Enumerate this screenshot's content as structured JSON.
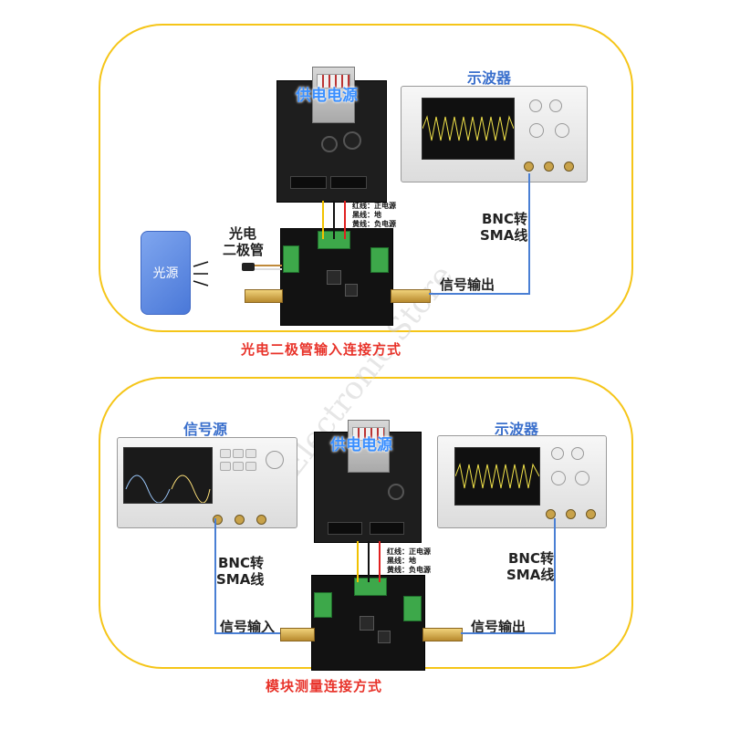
{
  "watermark": "Electronic Store",
  "panel_top": {
    "caption": "光电二极管输入连接方式",
    "power_supply_title": "供电电源",
    "oscilloscope_title": "示波器",
    "light_source": "光源",
    "photodiode_label_line1": "光电",
    "photodiode_label_line2": "二极管",
    "cable_label_line1": "BNC转",
    "cable_label_line2": "SMA线",
    "output_label": "信号输出",
    "wire_legend": [
      "红线：正电源",
      "黑线：地",
      "黄线：负电源"
    ]
  },
  "panel_bottom": {
    "caption": "模块测量连接方式",
    "signal_source_title": "信号源",
    "power_supply_title": "供电电源",
    "oscilloscope_title": "示波器",
    "left_cable_label_line1": "BNC转",
    "left_cable_label_line2": "SMA线",
    "right_cable_label_line1": "BNC转",
    "right_cable_label_line2": "SMA线",
    "input_label": "信号输入",
    "output_label": "信号输出",
    "wire_legend": [
      "红线：正电源",
      "黑线：地",
      "黄线：负电源"
    ]
  },
  "colors": {
    "panel_border": "#f5c518",
    "caption": "#e8332a",
    "title_blue": "#3a6fcc",
    "cable_blue": "#4a7fd4",
    "wire_red": "#e02020",
    "wire_black": "#111111",
    "wire_yellow": "#f2c200"
  }
}
